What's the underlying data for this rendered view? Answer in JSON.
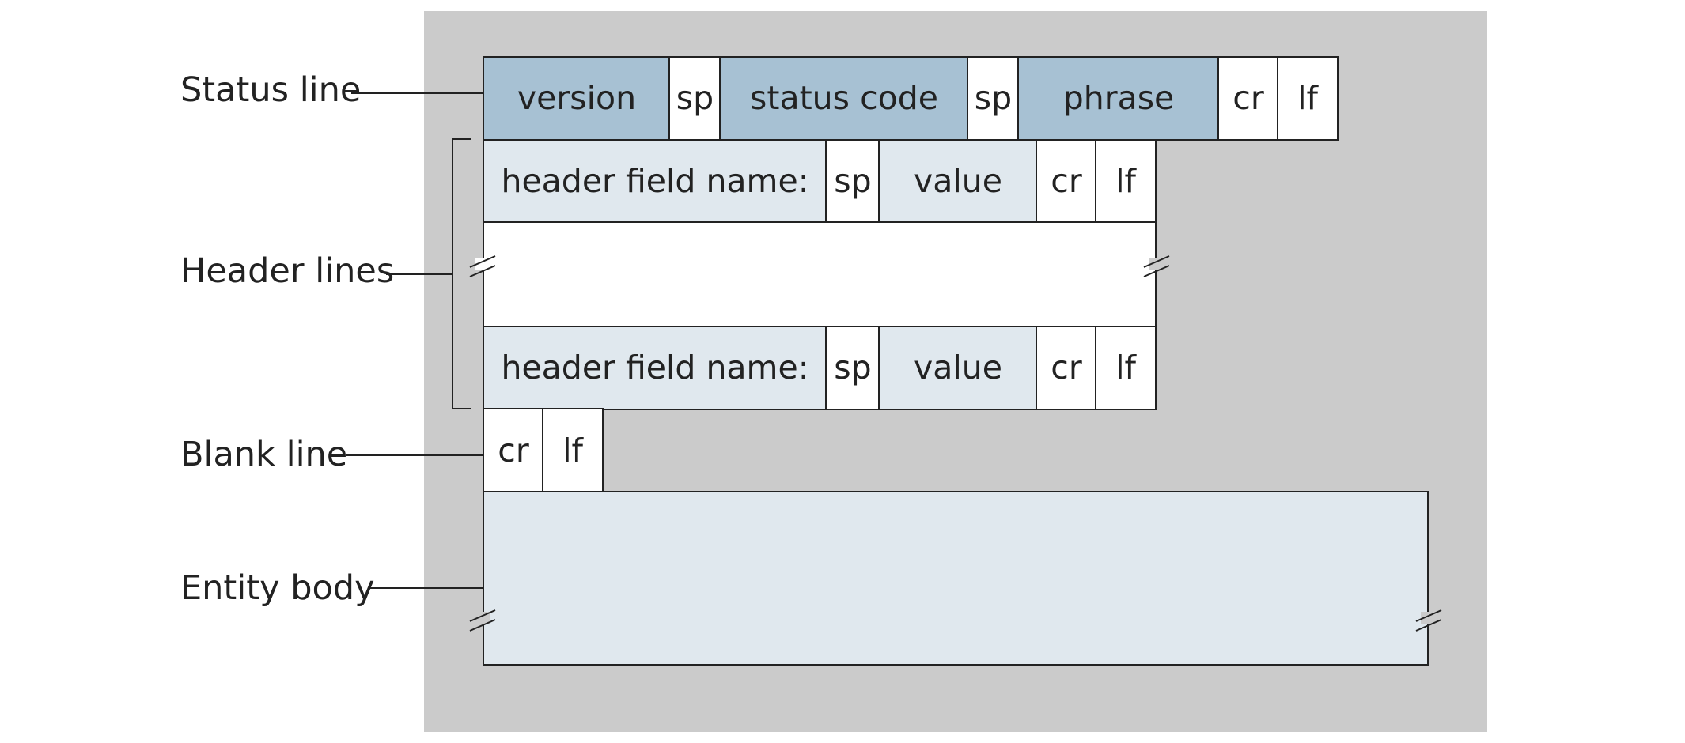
{
  "labels": {
    "status_line": "Status line",
    "header_lines": "Header lines",
    "blank_line": "Blank line",
    "entity_body": "Entity body"
  },
  "status_row": {
    "version": "version",
    "sp1": "sp",
    "status_code": "status code",
    "sp2": "sp",
    "phrase": "phrase",
    "cr": "cr",
    "lf": "lf"
  },
  "header_rows": [
    {
      "name": "header field name:",
      "sp": "sp",
      "value": "value",
      "cr": "cr",
      "lf": "lf"
    },
    {
      "name": "header field name:",
      "sp": "sp",
      "value": "value",
      "cr": "cr",
      "lf": "lf"
    }
  ],
  "blank_row": {
    "cr": "cr",
    "lf": "lf"
  },
  "colors": {
    "background": "#cbcbcb",
    "status_fields": "#a7c1d3",
    "header_fields": "#e0e8ee",
    "delimiters": "#ffffff"
  }
}
